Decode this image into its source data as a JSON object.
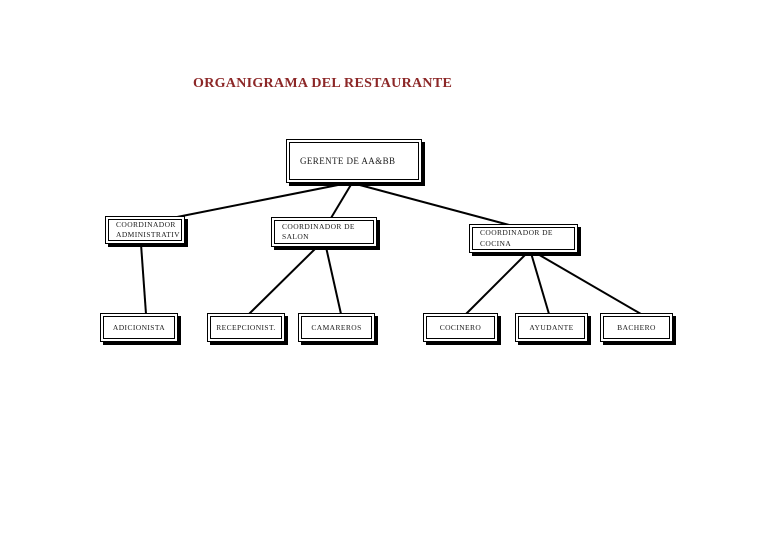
{
  "title": {
    "text": "ORGANIGRAMA DEL RESTAURANTE",
    "color": "#8c2727"
  },
  "colors": {
    "page_bg": "#ffffff",
    "title": "#8c2727",
    "box_border": "#000000",
    "connector_line": "#000000"
  },
  "chart_data": {
    "type": "org-chart",
    "title": "ORGANIGRAMA DEL RESTAURANTE",
    "nodes": [
      {
        "id": "gerente",
        "label": "GERENTE DE AA&BB",
        "level": 1,
        "parent": null
      },
      {
        "id": "coordinador-administrativ",
        "label": "COORDINADOR ADMINISTRATIV",
        "level": 2,
        "parent": "gerente"
      },
      {
        "id": "coordinador-salon",
        "label": "COORDINADOR DE SALON",
        "level": 2,
        "parent": "gerente"
      },
      {
        "id": "coordinador-cocina",
        "label": "COORDINADOR DE COCINA",
        "level": 2,
        "parent": "gerente"
      },
      {
        "id": "adicionista",
        "label": "ADICIONISTA",
        "level": 3,
        "parent": "coordinador-administrativ"
      },
      {
        "id": "recepcionist",
        "label": "RECEPCIONIST.",
        "level": 3,
        "parent": "coordinador-salon"
      },
      {
        "id": "camareros",
        "label": "CAMAREROS",
        "level": 3,
        "parent": "coordinador-salon"
      },
      {
        "id": "cocinero",
        "label": "COCINERO",
        "level": 3,
        "parent": "coordinador-cocina"
      },
      {
        "id": "ayudante",
        "label": "AYUDANTE",
        "level": 3,
        "parent": "coordinador-cocina"
      },
      {
        "id": "bachero",
        "label": "BACHERO",
        "level": 3,
        "parent": "coordinador-cocina"
      }
    ]
  }
}
